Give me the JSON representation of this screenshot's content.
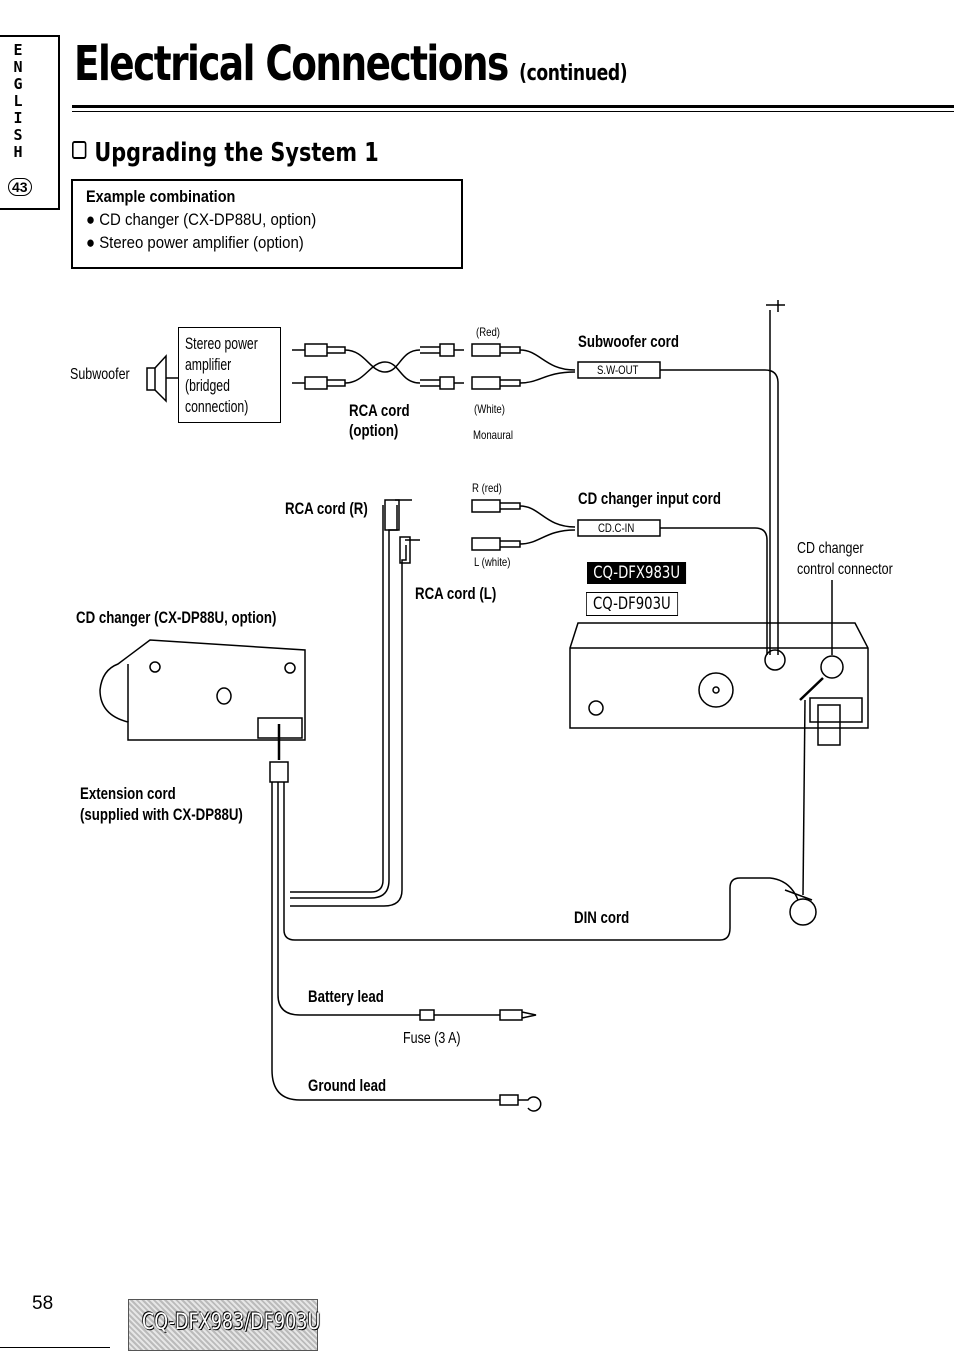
{
  "side_tab": {
    "letters": [
      "E",
      "N",
      "G",
      "L",
      "I",
      "S",
      "H"
    ],
    "number": "43"
  },
  "title": {
    "main": "Electrical Connections",
    "continued": "(continued)"
  },
  "section": {
    "title": "Upgrading the System 1"
  },
  "example": {
    "title": "Example combination",
    "items": [
      "CD changer (CX-DP88U, option)",
      "Stereo power amplifier (option)"
    ]
  },
  "diagram": {
    "subwoofer": "Subwoofer",
    "amp_lines": [
      "Stereo power",
      "amplifier",
      "(bridged",
      "connection)"
    ],
    "rca_cord": [
      "RCA cord",
      "(option)"
    ],
    "red": "(Red)",
    "white": "(White)",
    "monaural": "Monaural",
    "subwoofer_cord": "Subwoofer cord",
    "sw_out": "S.W-OUT",
    "r_red": "R (red)",
    "l_white": "L (white)",
    "cd_input_cord": "CD changer input cord",
    "cd_c_in": "CD.C-IN",
    "rca_cord_r": "RCA cord (R)",
    "rca_cord_l": "RCA cord (L)",
    "model_a": "CQ-DFX983U",
    "model_b": "CQ-DF903U",
    "cd_control": [
      "CD changer",
      "control connector"
    ],
    "cd_changer": "CD changer (CX-DP88U, option)",
    "extension_cord": [
      "Extension cord",
      "(supplied with CX-DP88U)"
    ],
    "din_cord": "DIN cord",
    "battery_lead": "Battery lead",
    "fuse": "Fuse (3 A)",
    "ground_lead": "Ground lead"
  },
  "footer": {
    "page": "58",
    "model": "CQ-DFX983/DF903U"
  }
}
